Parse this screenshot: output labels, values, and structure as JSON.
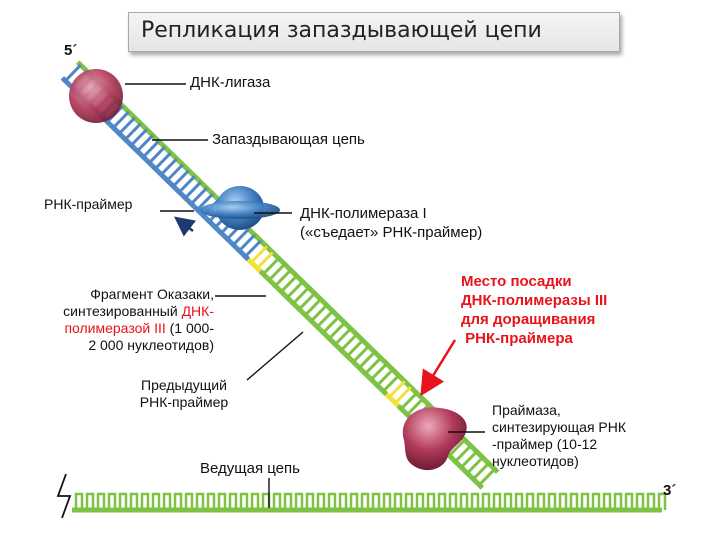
{
  "title": "Репликация запаздывающей цепи",
  "ends": {
    "five_prime": "5´",
    "three_prime": "3´"
  },
  "labels": {
    "ligase": "ДНК-лигаза",
    "lagging_strand": "Запаздывающая цепь",
    "rna_primer": "РНК-праймер",
    "polymerase_1": [
      "ДНК-полимераза I",
      "(«съедает» РНК-праймер)"
    ],
    "okazaki_fragment": [
      "Фрагмент Оказаки,",
      "синтезированный ДНК-",
      "полимеразой III (1 000-",
      "2 000 нуклеотидов)"
    ],
    "pol3_site": [
      "Место посадки",
      "ДНК-полимеразы III",
      "для доращивания",
      " РНК-праймера"
    ],
    "previous_primer": [
      "Предыдущий",
      "РНК-праймер"
    ],
    "primase": [
      "Праймаза,",
      "синтезирующая РНК",
      "-праймер (10-12",
      "нуклеотидов)"
    ],
    "leading_strand": "Ведущая цепь"
  },
  "colors": {
    "lagging_backbone": "#4f86c6",
    "okazaki_backbone": "#7dc242",
    "primer_yellow": "#f0e23a",
    "leading_backbone": "#7dc242",
    "ligase": "#b23a5a",
    "polymerase_1": "#3f7fc2",
    "primase": "#b23a5a",
    "highlight_text": "#e8141b"
  }
}
